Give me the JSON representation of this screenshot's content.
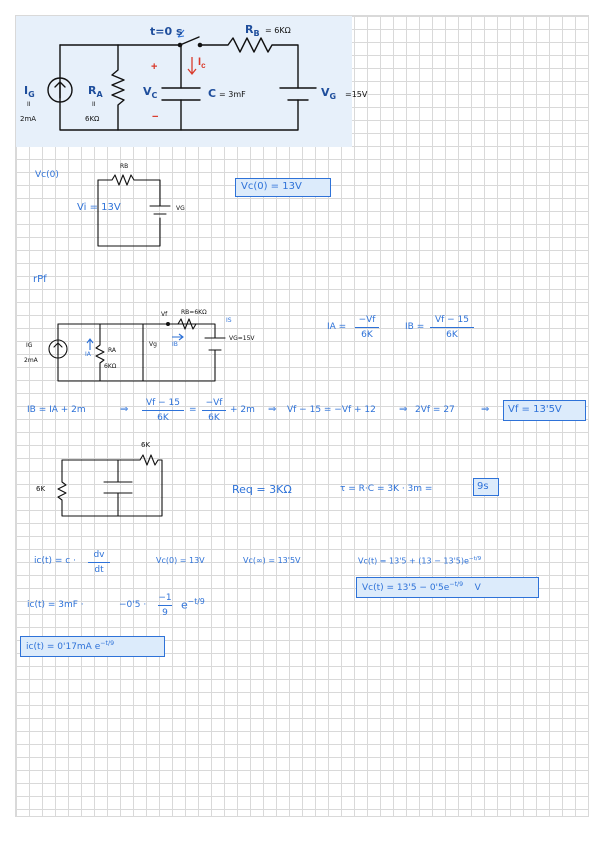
{
  "header_diagram": {
    "switch_label": "t=0 s",
    "rb_label": "R",
    "rb_sub": "B",
    "rb_value": "= 6KΩ",
    "ig_label": "I",
    "ig_sub": "G",
    "ig_eq": "II",
    "ig_value": "2mA",
    "ra_label": "R",
    "ra_sub": "A",
    "ra_eq": "II",
    "ra_value": "6KΩ",
    "vc_label": "V",
    "vc_sub": "C",
    "plus": "+",
    "minus": "−",
    "ic_label": "I",
    "ic_sub": "c",
    "c_label": "C",
    "c_value": "= 3mF",
    "vg_label": "V",
    "vg_sub": "G",
    "vg_value": "=15V"
  },
  "initial": {
    "heading": "Vc(0)",
    "rb": "RB",
    "vi": "Vi = 13V",
    "vg": "VG",
    "result": "Vc(0) = 13V"
  },
  "steady_heading": "rPf",
  "steady_diagram": {
    "vf": "Vf",
    "rb": "RB=6KΩ",
    "is": "IS",
    "ig": "IG",
    "ig_val": "2mA",
    "ia": "IA",
    "ra": "RA",
    "ra_val": "6KΩ",
    "vg": "Vg",
    "ib": "IB",
    "vgs": "VG=15V"
  },
  "currents": {
    "ia_lhs": "IA =",
    "ia_num": "−Vf",
    "ia_den": "6K",
    "ib_lhs": "IB =",
    "ib_num": "Vf − 15",
    "ib_den": "6K"
  },
  "kcl": {
    "p1": "IB = IA + 2m",
    "arrow1": "⇒",
    "f1_num": "Vf − 15",
    "f1_den": "6K",
    "eq": "=",
    "f2_num": "−Vf",
    "f2_den": "6K",
    "p2": "+ 2m",
    "arrow2": "⇒",
    "p3": "Vf − 15 = −Vf + 12",
    "arrow3": "⇒",
    "p4": "2Vf = 27",
    "arrow4": "⇒",
    "result": "Vf = 13'5V"
  },
  "req_diagram": {
    "r_top": "6K",
    "r_left": "6K"
  },
  "req": {
    "text": "Req = 3KΩ",
    "tau": "τ = R·C = 3K · 3m =",
    "tau_val": "9s"
  },
  "ic_section": {
    "ic_def": "ic(t) = c ·",
    "dv": "dv",
    "dt": "dt",
    "vc0": "Vc(0) = 13V",
    "vcinf": "Vc(∞) = 13'5V",
    "vct": "Vc(t) = 13'5 + (13 − 13'5)e",
    "vct_exp": "−t/9",
    "vct_box": "Vc(t) = 13'5 − 0'5e",
    "vct_box_exp": "−t/9",
    "vct_box_unit": "V",
    "ic_expr": "ic(t) = 3mF ·",
    "ic_expr2": "−0'5 ·",
    "frac_num": "−1",
    "frac_den": "9",
    "ic_e": "e",
    "ic_e_exp": "−t/9",
    "ic_result": "ic(t) = 0'17mA e",
    "ic_result_exp": "−t/9"
  }
}
